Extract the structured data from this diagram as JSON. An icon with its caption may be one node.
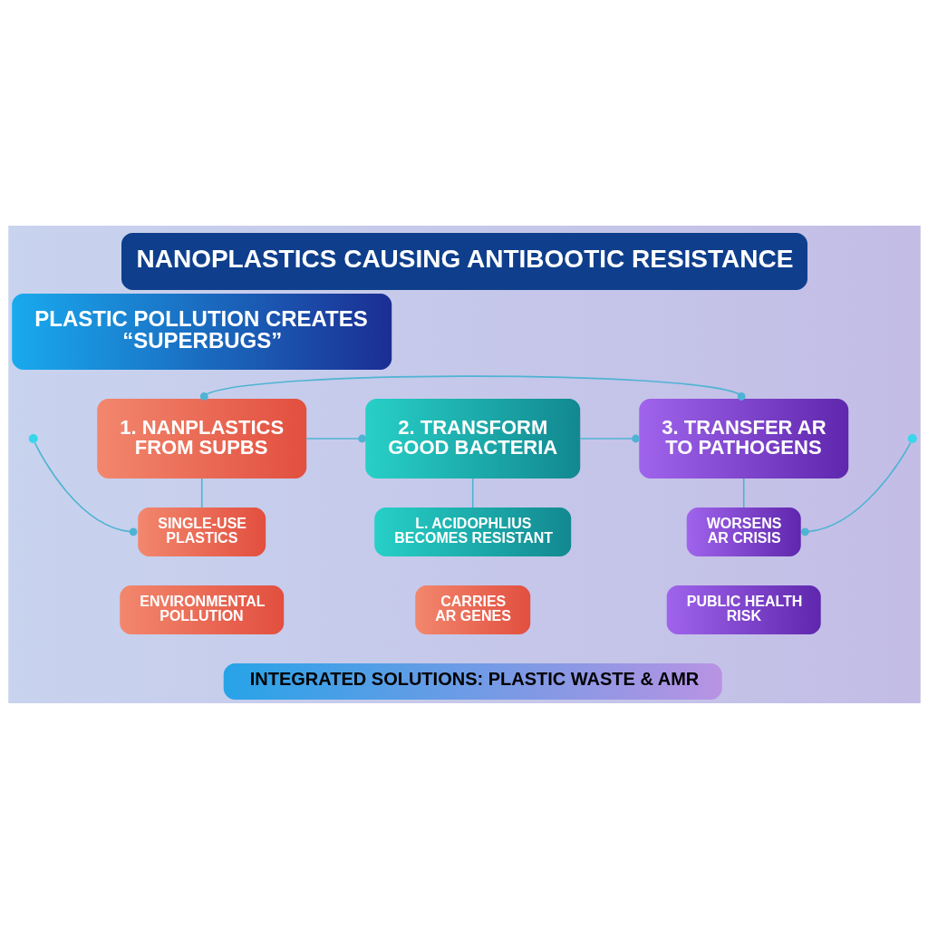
{
  "diagram": {
    "title": "NANOPLASTICS CAUSING ANTIBOOTIC RESISTANCE",
    "nodes": [
      {
        "text": [
          "PLASTIC POLLUTION CREATES “SUPERBUGS”"
        ]
      },
      {
        "text": [
          "1. NANPLASTICS FROM SUPBS"
        ]
      },
      {
        "text": [
          "2. TRANSFORM GOOD BACTERIA"
        ]
      },
      {
        "text": [
          "3. TRANSFER AR TO PATHOGENS"
        ]
      },
      {
        "text": [
          "SINGLE-USE PLASTICS"
        ]
      },
      {
        "text": [
          "ENVIRONMENTAL POLLUTION"
        ]
      },
      {
        "text": [
          "L. ACIDOPHLIUS BECOMES RESISTANT"
        ]
      },
      {
        "text": [
          "CARRIES AR GENES"
        ]
      },
      {
        "text": [
          "WORSENS AR CRISIS"
        ]
      },
      {
        "text": [
          "PUBLIC HEALTH RISK"
        ]
      },
      {
        "text": [
          "INTEGRATED SOLUTIONS: PLASTIC WASTE & AMR"
        ]
      }
    ],
    "edges": [
      {
        "from": 1,
        "to": 2,
        "arrow": "other"
      },
      {
        "from": 2,
        "to": 3,
        "arrow": "other"
      },
      {
        "from": 1,
        "to": 3,
        "arrow": "other"
      },
      {
        "from": 1,
        "to": 4,
        "arrow": "none"
      },
      {
        "from": 2,
        "to": 6,
        "arrow": "none"
      },
      {
        "from": 3,
        "to": 8,
        "arrow": "none"
      },
      {
        "from": null,
        "to": 4,
        "arrow": "other"
      },
      {
        "from": null,
        "to": 8,
        "arrow": "other"
      }
    ]
  }
}
